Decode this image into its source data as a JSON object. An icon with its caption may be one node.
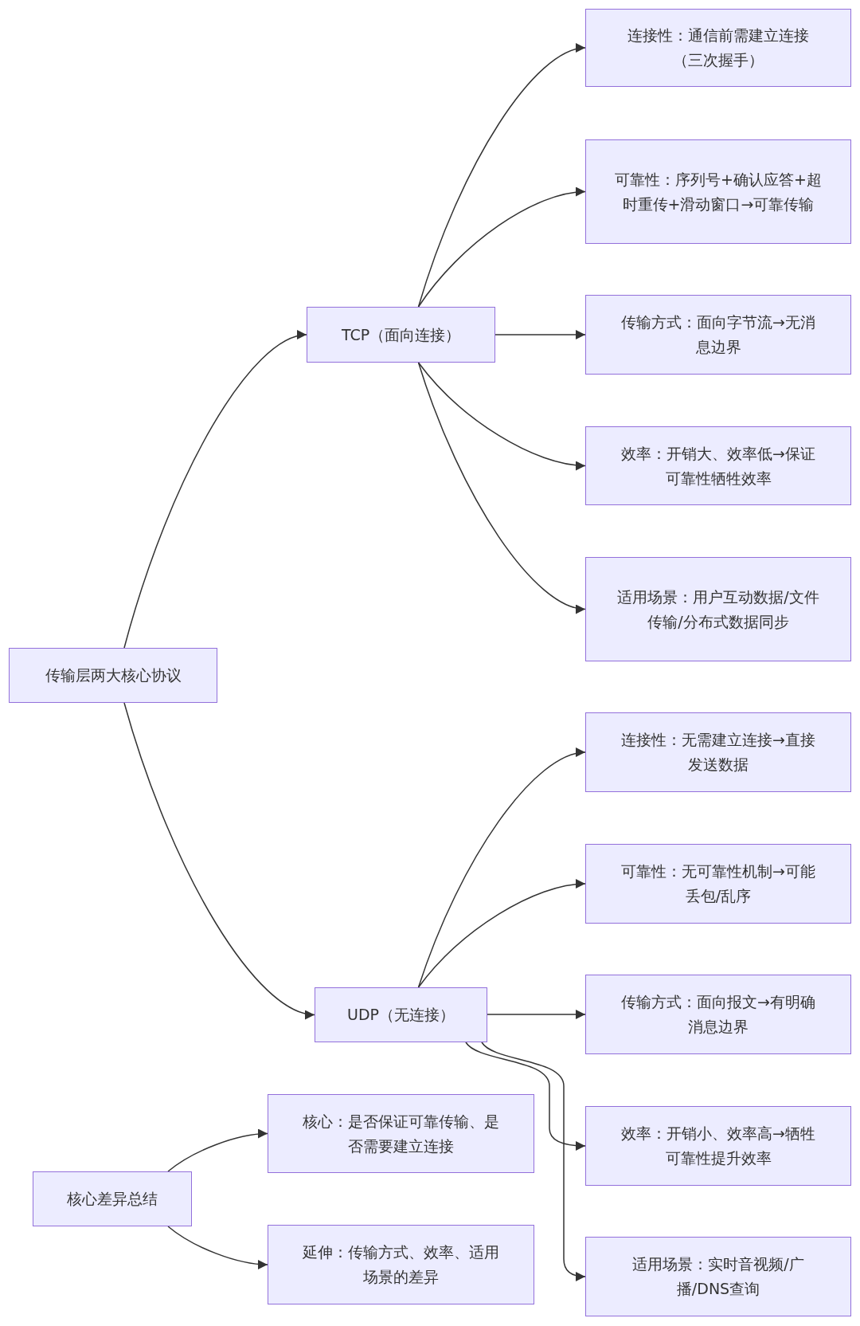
{
  "diagram": {
    "nodes": [
      {
        "text": [
          "传输层两大核心协议"
        ]
      },
      {
        "text": [
          "TCP（面向连接）"
        ]
      },
      {
        "text": [
          "连接性：通信前需建立连接（三次握手）"
        ]
      },
      {
        "text": [
          "可靠性：序列号+确认应答+超时重传+滑动窗口→可靠传输"
        ]
      },
      {
        "text": [
          "传输方式：面向字节流→无消息边界"
        ]
      },
      {
        "text": [
          "效率：开销大、效率低→保证可靠性牺牲效率"
        ]
      },
      {
        "text": [
          "适用场景：用户互动数据/文件传输/分布式数据同步"
        ]
      },
      {
        "text": [
          "UDP（无连接）"
        ]
      },
      {
        "text": [
          "连接性：无需建立连接→直接发送数据"
        ]
      },
      {
        "text": [
          "可靠性：无可靠性机制→可能丢包/乱序"
        ]
      },
      {
        "text": [
          "传输方式：面向报文→有明确消息边界"
        ]
      },
      {
        "text": [
          "效率：开销小、效率高→牺牲可靠性提升效率"
        ]
      },
      {
        "text": [
          "适用场景：实时音视频/广播/DNS查询"
        ]
      },
      {
        "text": [
          "核心差异总结"
        ]
      },
      {
        "text": [
          "核心：是否保证可靠传输、是否需要建立连接"
        ]
      },
      {
        "text": [
          "延伸：传输方式、效率、适用场景的差异"
        ]
      }
    ],
    "edges": [
      {
        "from": 0,
        "to": 1,
        "arrow": "to"
      },
      {
        "from": 0,
        "to": 7,
        "arrow": "to"
      },
      {
        "from": 1,
        "to": 2,
        "arrow": "to"
      },
      {
        "from": 1,
        "to": 3,
        "arrow": "to"
      },
      {
        "from": 1,
        "to": 4,
        "arrow": "to"
      },
      {
        "from": 1,
        "to": 5,
        "arrow": "to"
      },
      {
        "from": 1,
        "to": 6,
        "arrow": "to"
      },
      {
        "from": 7,
        "to": 8,
        "arrow": "to"
      },
      {
        "from": 7,
        "to": 9,
        "arrow": "to"
      },
      {
        "from": 7,
        "to": 10,
        "arrow": "to"
      },
      {
        "from": 7,
        "to": 11,
        "arrow": "to"
      },
      {
        "from": 7,
        "to": 12,
        "arrow": "to"
      },
      {
        "from": 13,
        "to": 14,
        "arrow": "to"
      },
      {
        "from": 13,
        "to": 15,
        "arrow": "to"
      }
    ]
  }
}
